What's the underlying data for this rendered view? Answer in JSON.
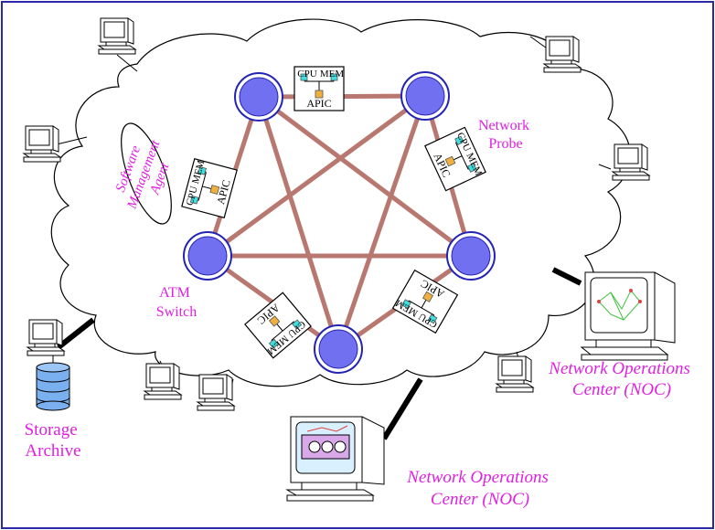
{
  "labels": {
    "network_probe": [
      "Network",
      "Probe"
    ],
    "software_agent": [
      "Software",
      "Management",
      "Agent"
    ],
    "atm_switch": [
      "ATM",
      "Switch"
    ],
    "noc_right": [
      "Network Operations",
      "Center (NOC)"
    ],
    "noc_bottom": [
      "Network Operations",
      "Center (NOC)"
    ],
    "storage": [
      "Storage",
      "Archive"
    ]
  },
  "apic_board": {
    "cpu": "CPU",
    "mem": "MEM",
    "apic": "APIC"
  },
  "colors": {
    "border": "#2a2aa8",
    "label": "#e020e0",
    "link": "#b87870",
    "switch_fill": "#7070f0",
    "switch_ring": "#2424b4",
    "chip_cyan": "#40e0e0",
    "chip_orange": "#f0b040"
  },
  "icons": [
    "computer-icon",
    "switch-icon",
    "apic-board-icon",
    "database-icon",
    "cloud-icon"
  ]
}
